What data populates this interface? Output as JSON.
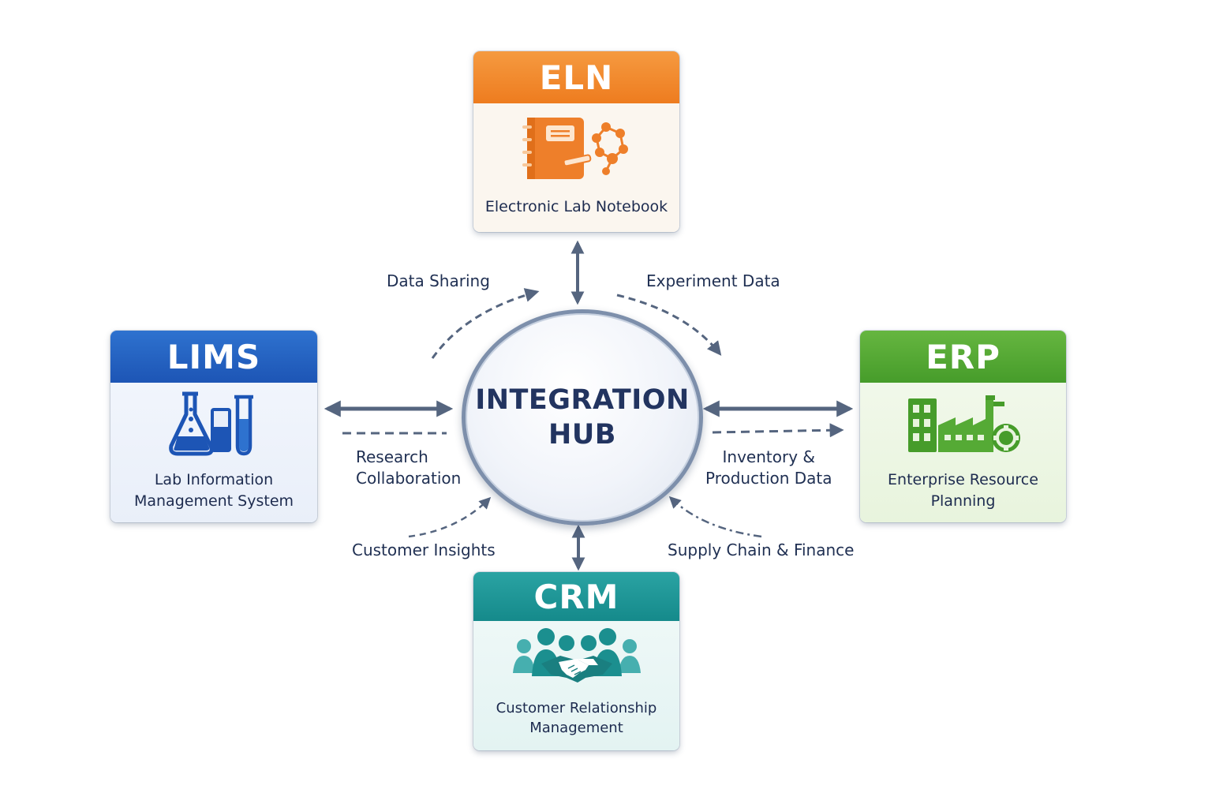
{
  "hub": {
    "line1": "INTEGRATION",
    "line2": "HUB"
  },
  "systems": {
    "eln": {
      "abbr": "ELN",
      "desc_line1": "Electronic Lab Notebook",
      "desc_line2": "",
      "icon": "notebook-molecule-icon",
      "color": "#ee7c1f"
    },
    "lims": {
      "abbr": "LIMS",
      "desc_line1": "Lab Information",
      "desc_line2": "Management System",
      "icon": "lab-flask-tubes-icon",
      "color": "#1d55b5"
    },
    "erp": {
      "abbr": "ERP",
      "desc_line1": "Enterprise Resource",
      "desc_line2": "Planning",
      "icon": "factory-gear-icon",
      "color": "#469c2a"
    },
    "crm": {
      "abbr": "CRM",
      "desc_line1": "Customer Relationship",
      "desc_line2": "Management",
      "icon": "people-handshake-icon",
      "color": "#158a8b"
    }
  },
  "flows": {
    "data_sharing": "Data Sharing",
    "experiment_data": "Experiment Data",
    "research_collab_1": "Research",
    "research_collab_2": "Collaboration",
    "inventory_1": "Inventory &",
    "inventory_2": "Production Data",
    "customer_insights": "Customer Insights",
    "supply_chain": "Supply Chain & Finance"
  },
  "connector_color": "#55657f"
}
